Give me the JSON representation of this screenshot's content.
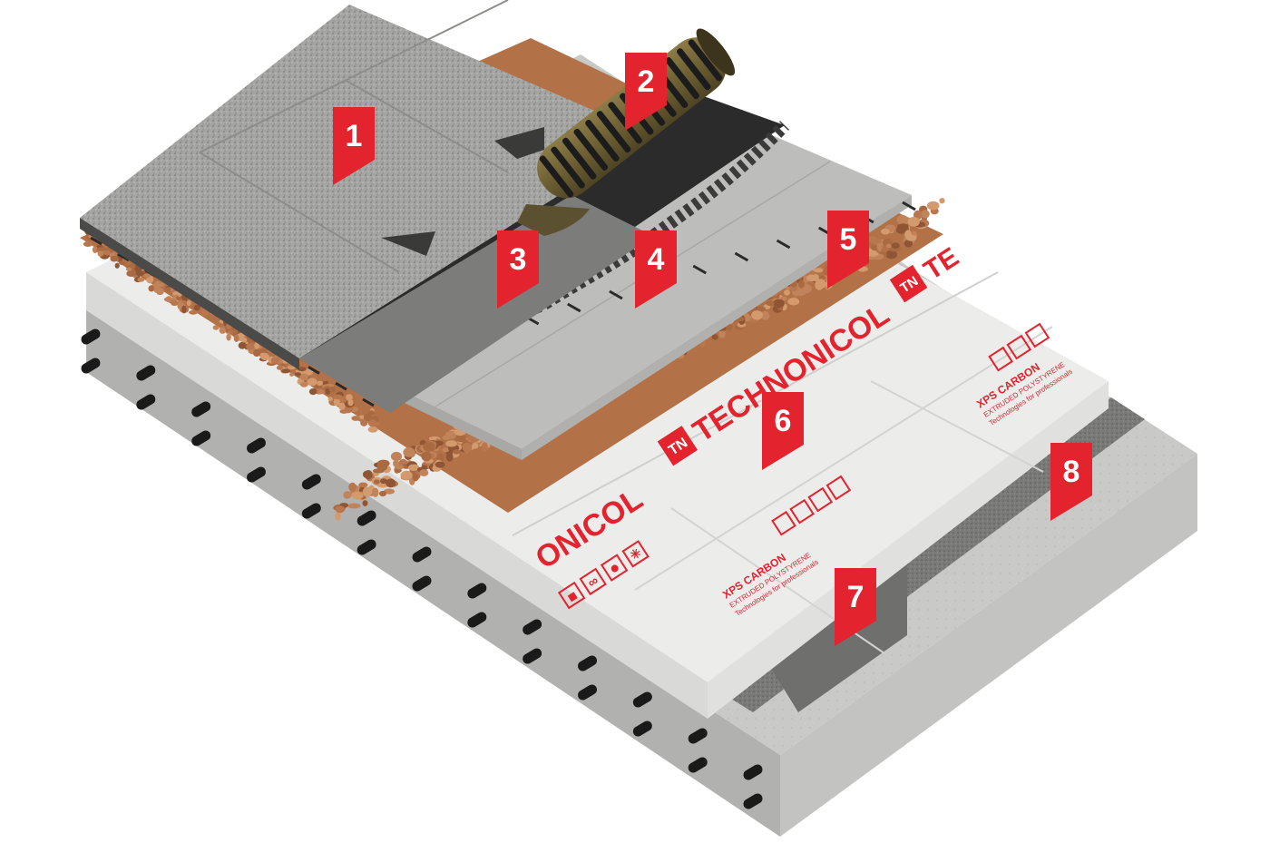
{
  "colors": {
    "marker": "#e3232e",
    "concrete": "#c7c7c5",
    "slate": "#9c9c9a",
    "bitumen": "#2b2b2b",
    "clay": "#b7774d",
    "xps": "#ececeb",
    "brand": "#e3232e"
  },
  "markers": [
    {
      "label": "1"
    },
    {
      "label": "2"
    },
    {
      "label": "3"
    },
    {
      "label": "4"
    },
    {
      "label": "5"
    },
    {
      "label": "6"
    },
    {
      "label": "7"
    },
    {
      "label": "8"
    }
  ],
  "xps_boards": {
    "brand_text": "TECHNONICOL",
    "brand_fragment_left": "ONICOL",
    "brand_fragment_right": "TE",
    "product": "XPS CARBON",
    "subtitle": "EXTRUDED POLYSTYRENE",
    "tagline": "Technologies for professionals",
    "logo_icon": "tn-logo-icon",
    "feature_icons": [
      "lock-icon",
      "infinity-icon",
      "drop-icon",
      "snowflake-icon"
    ]
  }
}
